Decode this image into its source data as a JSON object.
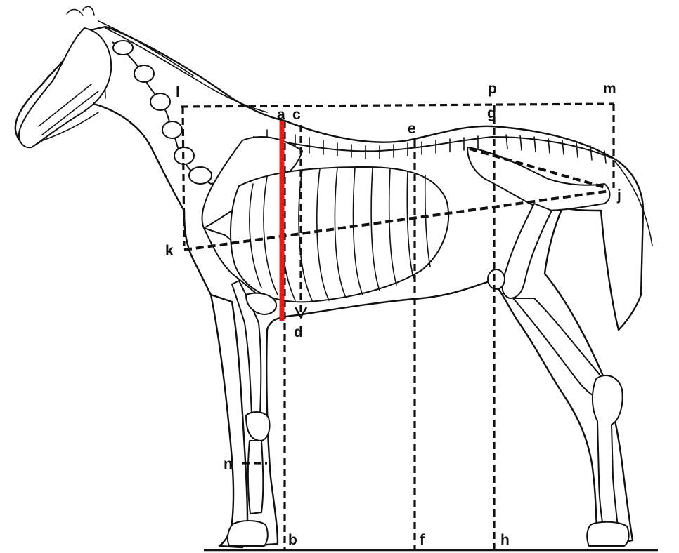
{
  "labels": {
    "a": "a",
    "b": "b",
    "c": "c",
    "d": "d",
    "e": "e",
    "f": "f",
    "g": "g",
    "h": "h",
    "j": "j",
    "k": "k",
    "l": "l",
    "m": "m",
    "n": "n",
    "p": "p"
  },
  "colors": {
    "ink": "#111111",
    "highlight": "#e21b1b",
    "background": "#ffffff"
  }
}
